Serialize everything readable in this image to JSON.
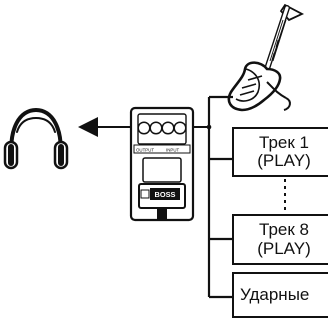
{
  "pedal": {
    "output_label": "OUTPUT",
    "input_label": "INPUT",
    "brand": "BOSS"
  },
  "tracks": [
    {
      "name": "Трек 1",
      "mode": "(PLAY)"
    },
    {
      "name": "Трек 8",
      "mode": "(PLAY)"
    }
  ],
  "drums": {
    "label": "Ударные"
  },
  "colors": {
    "line": "#111111",
    "background": "#ffffff"
  },
  "icons": {
    "headphones": "headphones-icon",
    "guitar": "electric-guitar-icon",
    "pedal": "effects-pedal-icon",
    "arrow": "signal-arrow-icon"
  }
}
